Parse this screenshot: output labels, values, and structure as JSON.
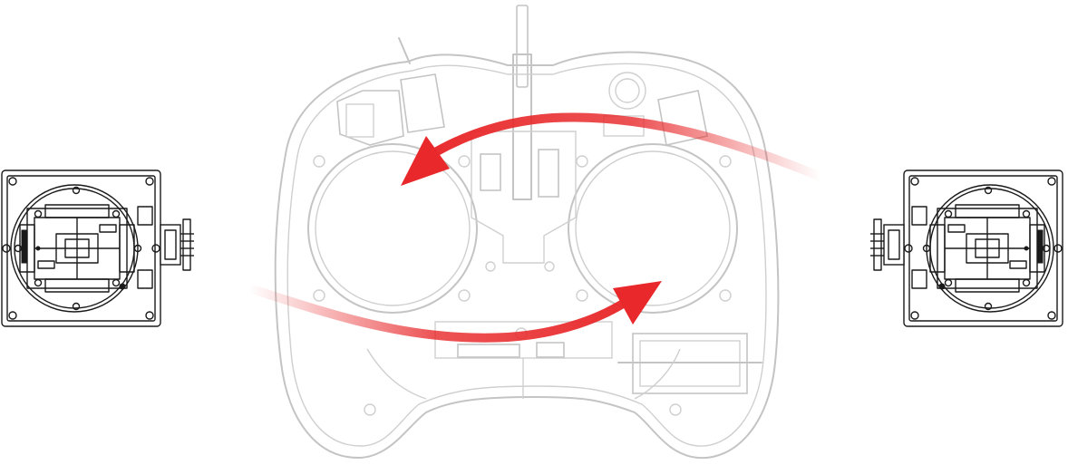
{
  "diagram": {
    "description_visible_text": "",
    "colors": {
      "outline": "#c4c4c4",
      "module_ink": "#1a1a1a",
      "arrow": "#e8282a",
      "background": "#ffffff"
    },
    "elements": {
      "left_module": "gimbal-module",
      "right_module": "gimbal-module",
      "controller": "remote-controller-housing",
      "arrows": [
        "swap-arrow-upper-right-to-left",
        "swap-arrow-lower-left-to-right"
      ]
    }
  }
}
